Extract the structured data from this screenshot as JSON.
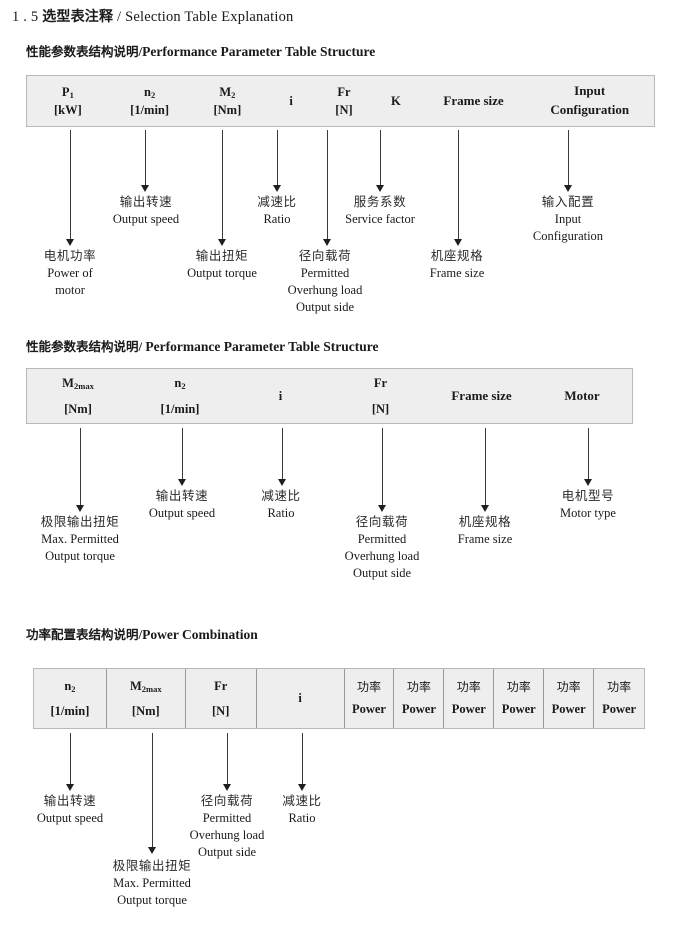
{
  "document": {
    "section_number": "1 . 5",
    "title_cn": "选型表注释",
    "title_sep": "/",
    "title_en": "Selection Table Explanation"
  },
  "colors": {
    "table_fill": "#eeeeee",
    "table_border": "#b9b9b9",
    "cell_divider": "#9a9a9a",
    "arrow": "#1f1f1f",
    "text": "#1a1a1a"
  },
  "blocks": [
    {
      "heading": {
        "cn": "性能参数表结构说明",
        "sep": "/",
        "en": "Performance Parameter Table Structure"
      },
      "table": {
        "name": "performance-parameter-table-1",
        "columns": [
          {
            "line1": "P",
            "sub1": "1",
            "line2": "[kW]"
          },
          {
            "line1": "n",
            "sub1": "2",
            "line2": "[1/min]"
          },
          {
            "line1": "M",
            "sub1": "2",
            "line2": "[Nm]"
          },
          {
            "line1": "i",
            "sub1": "",
            "line2": ""
          },
          {
            "line1": "Fr",
            "sub1": "",
            "line2": "[N]"
          },
          {
            "line1": "K",
            "sub1": "",
            "line2": ""
          },
          {
            "line1": "Frame size",
            "sub1": "",
            "line2": ""
          },
          {
            "line1": "Input",
            "sub1": "",
            "line2": "Configuration"
          }
        ]
      },
      "annotations": [
        {
          "cn": "电机功率",
          "en": [
            "Power of",
            "motor"
          ]
        },
        {
          "cn": "输出转速",
          "en": [
            "Output speed"
          ]
        },
        {
          "cn": "输出扭矩",
          "en": [
            "Output torque"
          ]
        },
        {
          "cn": "减速比",
          "en": [
            "Ratio"
          ]
        },
        {
          "cn": "径向载荷",
          "en": [
            "Permitted",
            "Overhung load",
            "Output side"
          ]
        },
        {
          "cn": "服务系数",
          "en": [
            "Service factor"
          ]
        },
        {
          "cn": "机座规格",
          "en": [
            "Frame size"
          ]
        },
        {
          "cn": "输入配置",
          "en": [
            "Input",
            "Configuration"
          ]
        }
      ]
    },
    {
      "heading": {
        "cn": "性能参数表结构说明",
        "sep": "/",
        "en": "Performance Parameter Table Structure"
      },
      "table": {
        "name": "performance-parameter-table-2",
        "columns": [
          {
            "line1": "M",
            "sub1": "2max",
            "line2": "[Nm]"
          },
          {
            "line1": "n",
            "sub1": "2",
            "line2": "[1/min]"
          },
          {
            "line1": "i",
            "sub1": "",
            "line2": ""
          },
          {
            "line1": "Fr",
            "sub1": "",
            "line2": "[N]"
          },
          {
            "line1": "Frame size",
            "sub1": "",
            "line2": ""
          },
          {
            "line1": "Motor",
            "sub1": "",
            "line2": ""
          }
        ]
      },
      "annotations": [
        {
          "cn": "极限输出扭矩",
          "en": [
            "Max. Permitted",
            "Output  torque"
          ]
        },
        {
          "cn": "输出转速",
          "en": [
            "Output speed"
          ]
        },
        {
          "cn": "减速比",
          "en": [
            "Ratio"
          ]
        },
        {
          "cn": "径向载荷",
          "en": [
            "Permitted",
            "Overhung load",
            "Output side"
          ]
        },
        {
          "cn": "机座规格",
          "en": [
            "Frame size"
          ]
        },
        {
          "cn": "电机型号",
          "en": [
            "Motor type"
          ]
        }
      ]
    },
    {
      "heading": {
        "cn": "功率配置表结构说明",
        "sep": "/",
        "en": "Power Combination"
      },
      "table": {
        "name": "power-combination-table",
        "columns": [
          {
            "line1": "n",
            "sub1": "2",
            "line2": "[1/min]"
          },
          {
            "line1": "M",
            "sub1": "2max",
            "line2": "[Nm]"
          },
          {
            "line1": "Fr",
            "sub1": "",
            "line2": "[N]"
          },
          {
            "line1": "i",
            "sub1": "",
            "line2": ""
          },
          {
            "line1_cjk": "功率",
            "line2": "Power"
          },
          {
            "line1_cjk": "功率",
            "line2": "Power"
          },
          {
            "line1_cjk": "功率",
            "line2": "Power"
          },
          {
            "line1_cjk": "功率",
            "line2": "Power"
          },
          {
            "line1_cjk": "功率",
            "line2": "Power"
          },
          {
            "line1_cjk": "功率",
            "line2": "Power"
          }
        ]
      },
      "annotations": [
        {
          "cn": "输出转速",
          "en": [
            "Output speed"
          ]
        },
        {
          "cn": "极限输出扭矩",
          "en": [
            "Max. Permitted",
            "Output  torque"
          ]
        },
        {
          "cn": "径向载荷",
          "en": [
            "Permitted",
            "Overhung load",
            "Output side"
          ]
        },
        {
          "cn": "减速比",
          "en": [
            "Ratio"
          ]
        }
      ]
    }
  ]
}
